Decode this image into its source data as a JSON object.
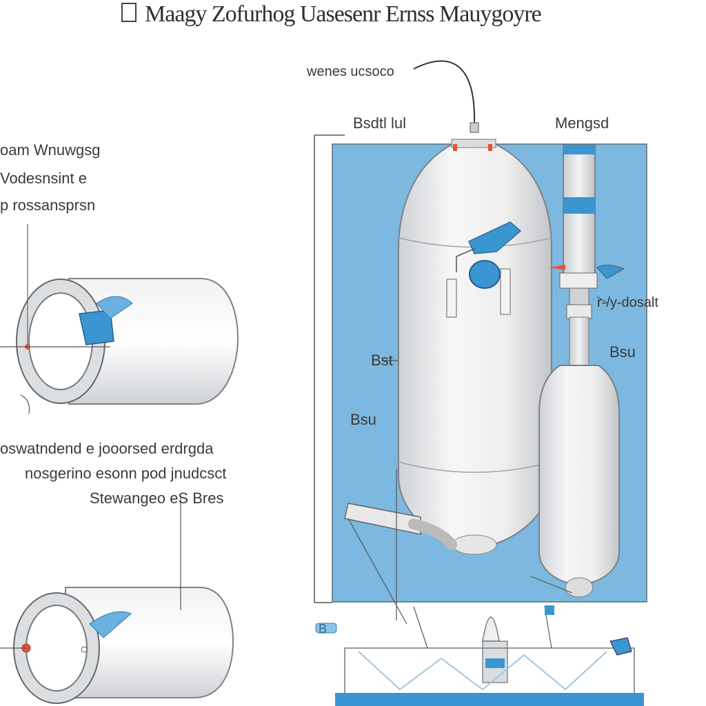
{
  "title": "Maagy Zofurhog Uasesenr Ernss Mauygoyre",
  "labels": {
    "top_connector": "wenes ucsoco",
    "tank_top_left": "Bsdtl lul",
    "tank_top_right": "Mengsd",
    "right_valve": "r-/y-dosalt",
    "left_side_1": "Bst",
    "left_side_2": "Bsu",
    "right_side": "Bsu",
    "bottom_left_tag": "B"
  },
  "left_notes_top": [
    "oam Wnuwgsg",
    "Vodesnsint e",
    "p rossansprsn"
  ],
  "left_notes_mid": [
    "oswatndend e jooorsed erdrgda",
    "nosgerino esonn pod jnudcsct",
    "Stewangeo eS Bres"
  ],
  "colors": {
    "panel_blue": "#7cb8df",
    "accent_blue": "#3b95d0",
    "tank_white": "#eeeeee",
    "accent_red": "#e0553a"
  }
}
